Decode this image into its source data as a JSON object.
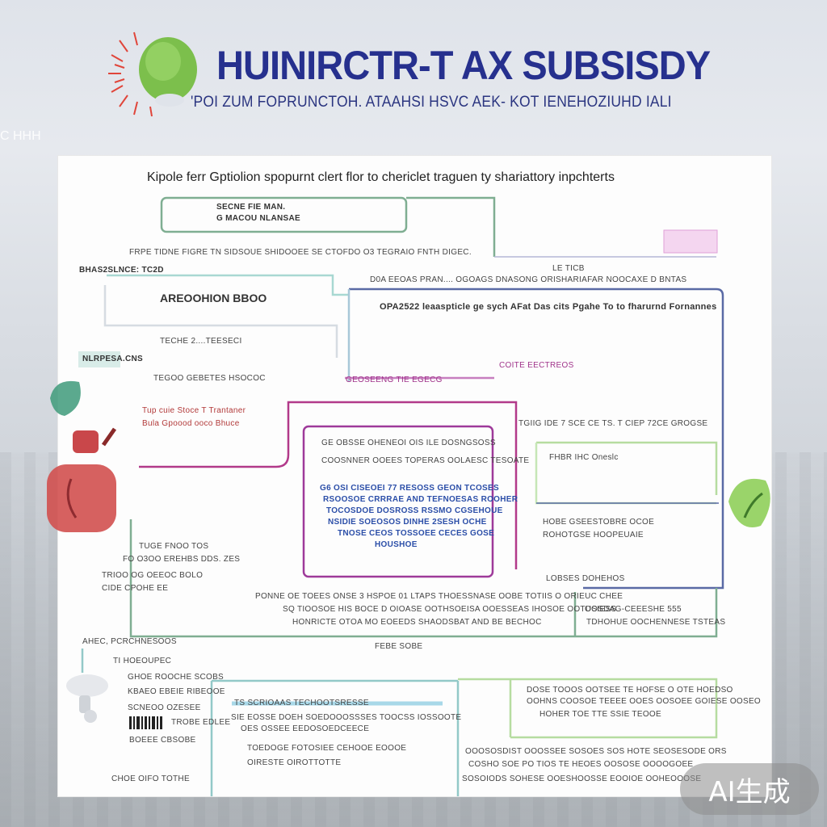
{
  "header": {
    "title": "HUINIRCTR-T AX SUBSISDY",
    "subtitle": "'POI ZUM FOPRUNCTOH. ATAAHSI HSVC AEK- KOT IENEHOZIUHD IALI",
    "side_label": "C HHH"
  },
  "panel": {
    "title": "Kipole ferr Gptiolion spopurnt clert flor to chericlet traguen ty shariattory inpchterts"
  },
  "labels": {
    "top_box": [
      "SECNE FIE MAN.",
      "G MACOU NLANSAE"
    ],
    "row1": "FRPE  TIDNE  FIGRE TN SIDSOUE SHIDOOEE SE CTOFDO O3  TEGRAIO  FNTH DIGEC.",
    "left_tag": "BHAS2SLNCE: TC2D",
    "le_ticb": "LE TICB",
    "mid_line": "D0A EEOAS PRAN.... OGOAGS DNASONG ORISHARIAFAR NOOCAXE D BNTAS",
    "box_a": "AREOOHION BBOO",
    "box_b": "OPA2522 leaaspticle ge sych AFat Das cits Pgahe  To to fharurnd Fornannes",
    "mid_small_1": "TECHE 2....TEESECI",
    "mid_small_2": "TEGOO GEBETES HSOCOC",
    "tag_green": "NLRPESA.CNS",
    "mag_1": "COITE  EECTREOS",
    "mag_2": "GEOSEENG  TIE EGECG",
    "left_red_1": "Tup cuie Stoce T Trantaner",
    "left_red_2": "Bula Gpoood ooco Bhuce",
    "center_1": "GE OBSSE OHENEOI OIS ILE DOSNGSOSS",
    "center_2": "COOSNNER OOEES TOPERAS OOLAESC TESOATE",
    "center_blue": [
      "G6 OSI CISEOEI 77 RESOSS GEON TCOSES",
      "RSOOSOE CRRRAE AND TEFNOESAS ROOHER",
      "TOCOSDOE DOSROSS RSSMO CGSEHOUE",
      "NSIDIE SOEOSOS DINHE 2SESH OCHE",
      "TNOSE CEOS TOSSOEE CECES GOSE",
      "HOUSHOE"
    ],
    "right_1": "TGIIG IDE 7  SCE CE  TS. T CIEP 72CE  GROGSE",
    "right_2": "FHBR IHC Oneslc",
    "right_3": "HOBE GSEESTOBRE OCOE",
    "right_4": "ROHOTGSE HOOPEUAIE",
    "right_5": "LOBSES DOHEHOS",
    "right_6": "OOSDAG-CEEESHE 555",
    "right_7": "TDHOHUE OOCHENNESE TSTEAS",
    "left_mid_1": "TUGE FNOO TOS",
    "left_mid_2": "FO O3OO EREHBS DDS. ZES",
    "left_mid_3": "TRIOO OG OEEOC BOLO",
    "left_mid_4": "CIDE CPOHE EE",
    "bottom_long_1": "PONNE OE TOEES ONSE 3 HSPOE 01 LTAPS THOESSNASE OOBE  TOTIIS O  ORIEUC CHEE",
    "bottom_long_2": "SQ TIOOSOE HIS BOCE D OIOASE  OOTHSOEISA OOESSEAS IHOSOE OOTUSIESS",
    "bottom_long_3": "HONRICTE OTOA MO EOEEDS SHAODSBAT AND BE BECHOC",
    "bottom_mid": "FEBE SOBE",
    "left_low_1": "AHEC, PCRCHNESOOS",
    "left_low_2": "TI  HOEOUPEC",
    "left_low_3": "GHOE ROOCHE SCOBS",
    "left_low_4": "KBAEO EBEIE RIBEOOE",
    "left_low_5": "SCNEOO OZESEE",
    "left_low_6": "TROBE EDLEE",
    "left_low_7": "BOEEE CBSOBE",
    "left_low_8": "CHOE OIFO TOTHE",
    "box_c_1": "TS  SCRIOAAS  TECHOOTSRESSE",
    "box_c_2": "SIE EOSSE DOEH SOEDOOOSSSES  TOOCSS IOSSOOTE",
    "box_c_3": "OES OSSEE EEDOSOEDCEECE",
    "box_c_4": "TOEDOGE FOTOSIEE CEHOOE EOOOE",
    "box_c_5": "OIRESTE OIROTTOTTE",
    "box_d_1": "DOSE TOOOS OOTSEE TE  HOFSE O  OTE HOEDSO",
    "box_d_2": "OOHNS COOSOE TEEEE OOES OOSOEE GOIESE OOSEO",
    "box_d_3": "HOHER TOE TTE SSIE TEOOE",
    "box_e_1": "OOOSOSDIST OOOSSEE SOSOES SOS HOTE SEOSESODE ORS",
    "box_e_2": "COSHO SOE PO TIOS TE HEOES OOSOSE OOOOGOEE",
    "box_e_3": "SOSOIODS SOHESE OOESHOOSSE EOOIOE OOHEOOOSE"
  },
  "watermark": "AI生成",
  "colors": {
    "green": "#7fae92",
    "teal": "#93c9c8",
    "purple": "#5a6aa5",
    "magenta": "#b23a8a",
    "light_green": "#b6dca0",
    "title_blue": "#26308e"
  }
}
